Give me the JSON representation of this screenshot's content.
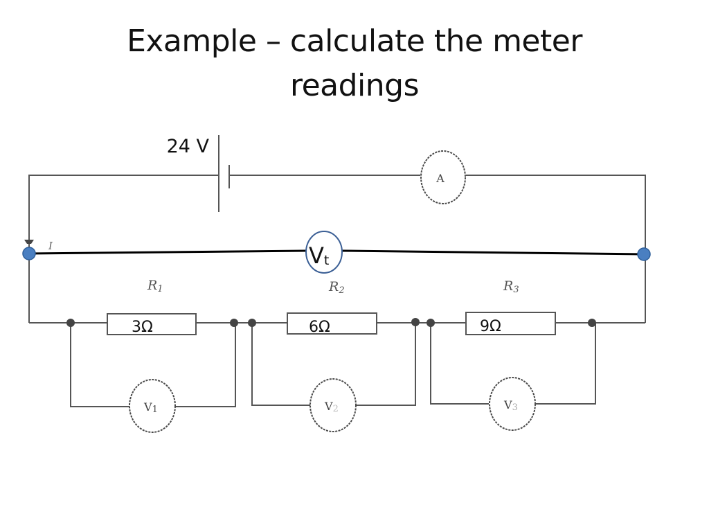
{
  "slide": {
    "title_line1": "Example – calculate the meter",
    "title_line2": "readings"
  },
  "circuit": {
    "battery": {
      "label": "24 V"
    },
    "ammeter": {
      "label": "A"
    },
    "total_voltmeter": {
      "label_main": "V",
      "label_sub": "t"
    },
    "current_label": "I",
    "resistors": [
      {
        "name": "R",
        "sub": "1",
        "value": "3Ω"
      },
      {
        "name": "R",
        "sub": "2",
        "value": "6Ω"
      },
      {
        "name": "R",
        "sub": "3",
        "value": "9Ω"
      }
    ],
    "voltmeters": [
      {
        "label_main": "V",
        "label_sub": "1"
      },
      {
        "label_main": "V",
        "label_sub": "2"
      },
      {
        "label_main": "V",
        "label_sub": "3"
      }
    ],
    "colors": {
      "wire": "#555555",
      "highlight_node": "#4a7fc1",
      "vt_outline": "#3b5f95"
    }
  }
}
